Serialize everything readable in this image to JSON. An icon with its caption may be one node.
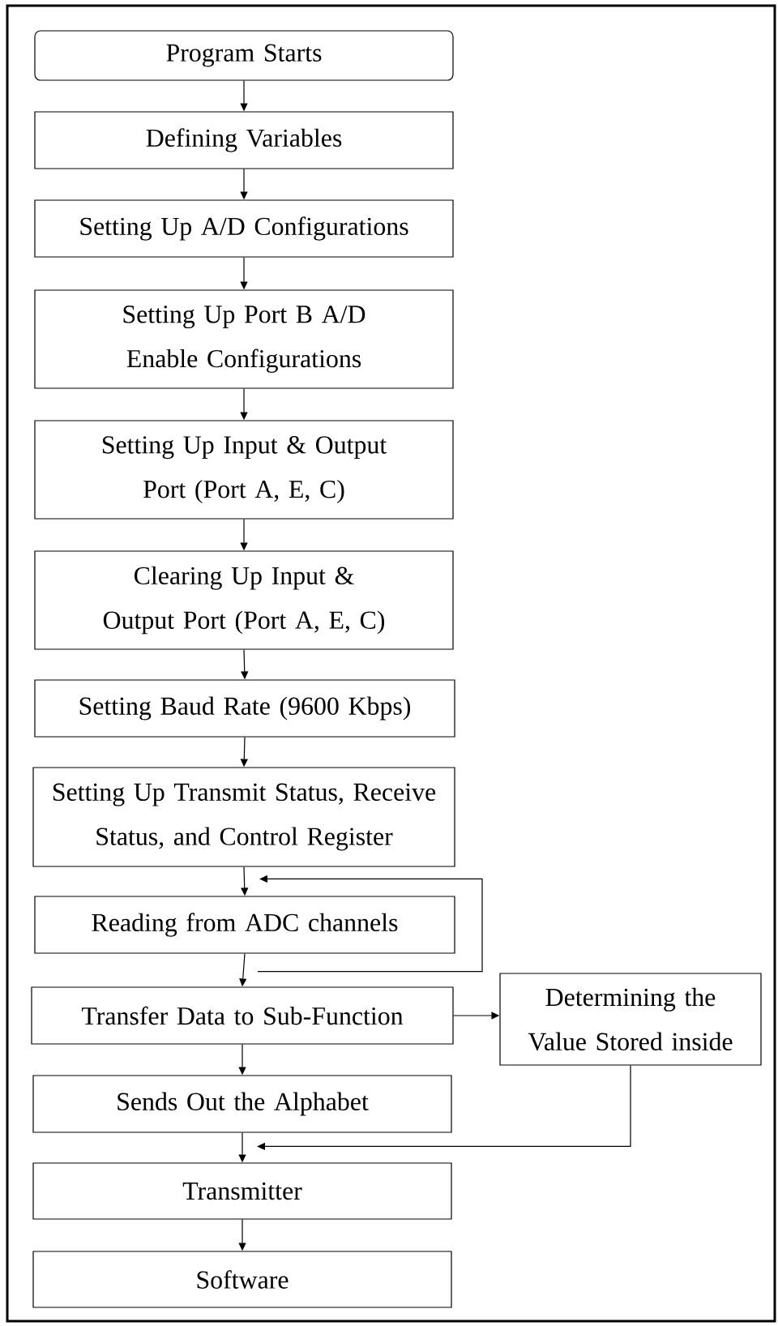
{
  "diagram": {
    "nodes": [
      {
        "text": [
          "Program Starts"
        ]
      },
      {
        "text": [
          "Defining Variables"
        ]
      },
      {
        "text": [
          "Setting Up A/D Configurations"
        ]
      },
      {
        "text": [
          "Setting Up Port B A/D Enable Configurations"
        ]
      },
      {
        "text": [
          "Setting Up Input & Output Port (Port A, E, C)"
        ]
      },
      {
        "text": [
          "Clearing Up Input & Output Port (Port A, E, C)"
        ]
      },
      {
        "text": [
          "Setting Baud Rate (9600 Kbps)"
        ]
      },
      {
        "text": [
          "Setting Up Transmit Status, Receive Status, and Control Register"
        ]
      },
      {
        "text": [
          "Reading from ADC channels"
        ]
      },
      {
        "text": [
          "Transfer Data to Sub-Function"
        ]
      },
      {
        "text": [
          "Determining the Value Stored inside"
        ]
      },
      {
        "text": [
          "Sends Out the Alphabet"
        ]
      },
      {
        "text": [
          "Transmitter"
        ]
      },
      {
        "text": [
          "Software"
        ]
      }
    ],
    "edges": [
      {
        "from": 0,
        "to": 1,
        "arrow": "to"
      },
      {
        "from": 1,
        "to": 2,
        "arrow": "to"
      },
      {
        "from": 2,
        "to": 3,
        "arrow": "to"
      },
      {
        "from": 3,
        "to": 4,
        "arrow": "to"
      },
      {
        "from": 4,
        "to": 5,
        "arrow": "to"
      },
      {
        "from": 5,
        "to": 6,
        "arrow": "to"
      },
      {
        "from": 6,
        "to": 7,
        "arrow": "to"
      },
      {
        "from": 7,
        "to": 8,
        "arrow": "to"
      },
      {
        "from": 8,
        "to": 8,
        "arrow": "to"
      },
      {
        "from": 8,
        "to": 9,
        "arrow": "to"
      },
      {
        "from": 9,
        "to": 10,
        "arrow": "to"
      },
      {
        "from": 9,
        "to": 11,
        "arrow": "to"
      },
      {
        "from": 10,
        "to": 12,
        "arrow": "to"
      },
      {
        "from": 11,
        "to": 12,
        "arrow": "to"
      },
      {
        "from": 12,
        "to": 13,
        "arrow": "to"
      }
    ]
  }
}
